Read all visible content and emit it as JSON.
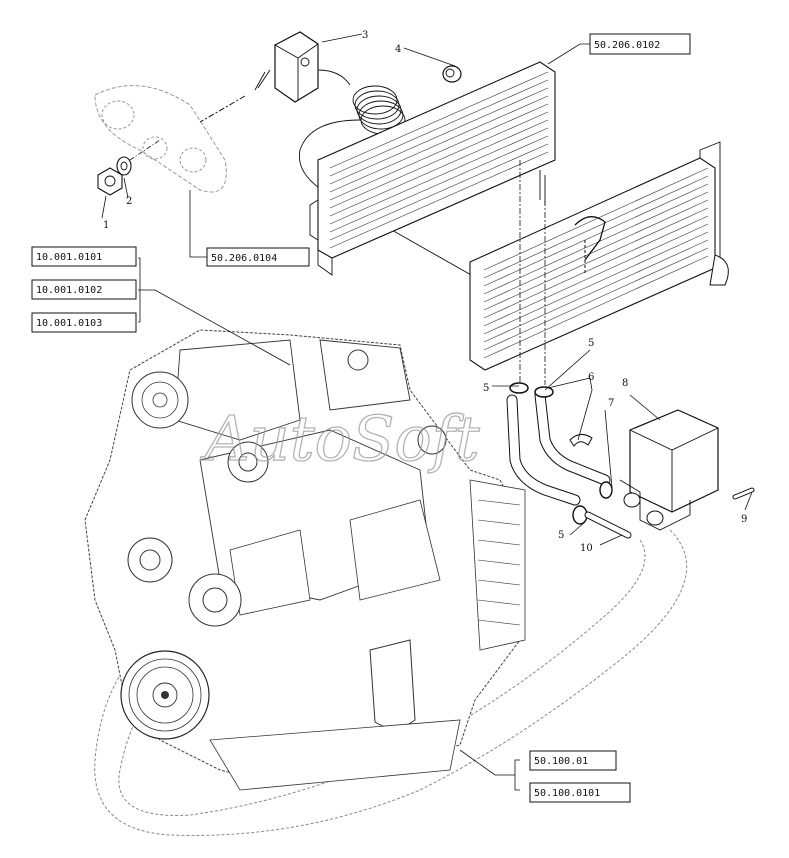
{
  "watermark": "AutoSoft",
  "reference_boxes": {
    "heater_core": "50.206.0102",
    "control_panel": "50.206.0104",
    "engine_1": "10.001.0101",
    "engine_2": "10.001.0102",
    "engine_3": "10.001.0103",
    "hoses_1": "50.100.01",
    "hoses_2": "50.100.0101"
  },
  "callouts": {
    "nut": "1",
    "washer": "2",
    "thermostat_valve": "3",
    "grommet": "4",
    "clamp_top_left": "5",
    "clamp_top_right": "5",
    "clamp_bottom": "5",
    "bracket_clip": "6",
    "oring": "7",
    "valve_box": "8",
    "bolt": "9",
    "pipe": "10"
  }
}
